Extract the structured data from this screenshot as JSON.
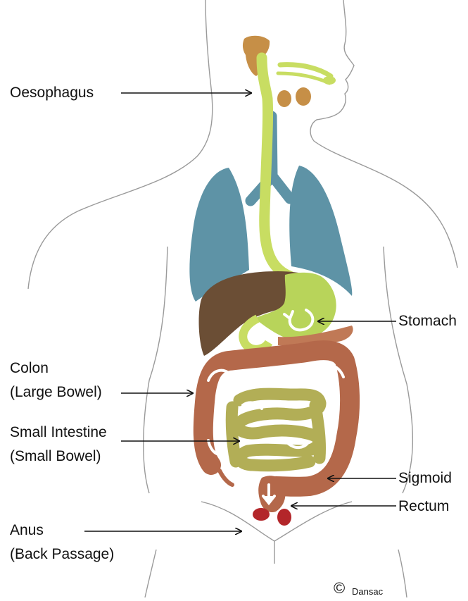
{
  "labels": {
    "oesophagus": "Oesophagus",
    "stomach": "Stomach",
    "colon_line1": "Colon",
    "colon_line2": "(Large Bowel)",
    "small_intestine_line1": "Small Intestine",
    "small_intestine_line2": "(Small Bowel)",
    "sigmoid": "Sigmoid",
    "rectum": "Rectum",
    "anus_line1": "Anus",
    "anus_line2": "(Back Passage)"
  },
  "copyright": {
    "symbol": "©",
    "owner": "Dansac"
  },
  "colors": {
    "lungs": "#5e93a6",
    "digestive_tract": "#c8dd62",
    "liver": "#6b4e35",
    "stomach": "#b8d45a",
    "colon": "#b4684a",
    "small_intestine": "#b2ae56",
    "rectum_anus": "#b3262a",
    "salivary_glands": "#c68f47",
    "arrows": "#ffffff",
    "body_outline": "#9a9a9a"
  }
}
